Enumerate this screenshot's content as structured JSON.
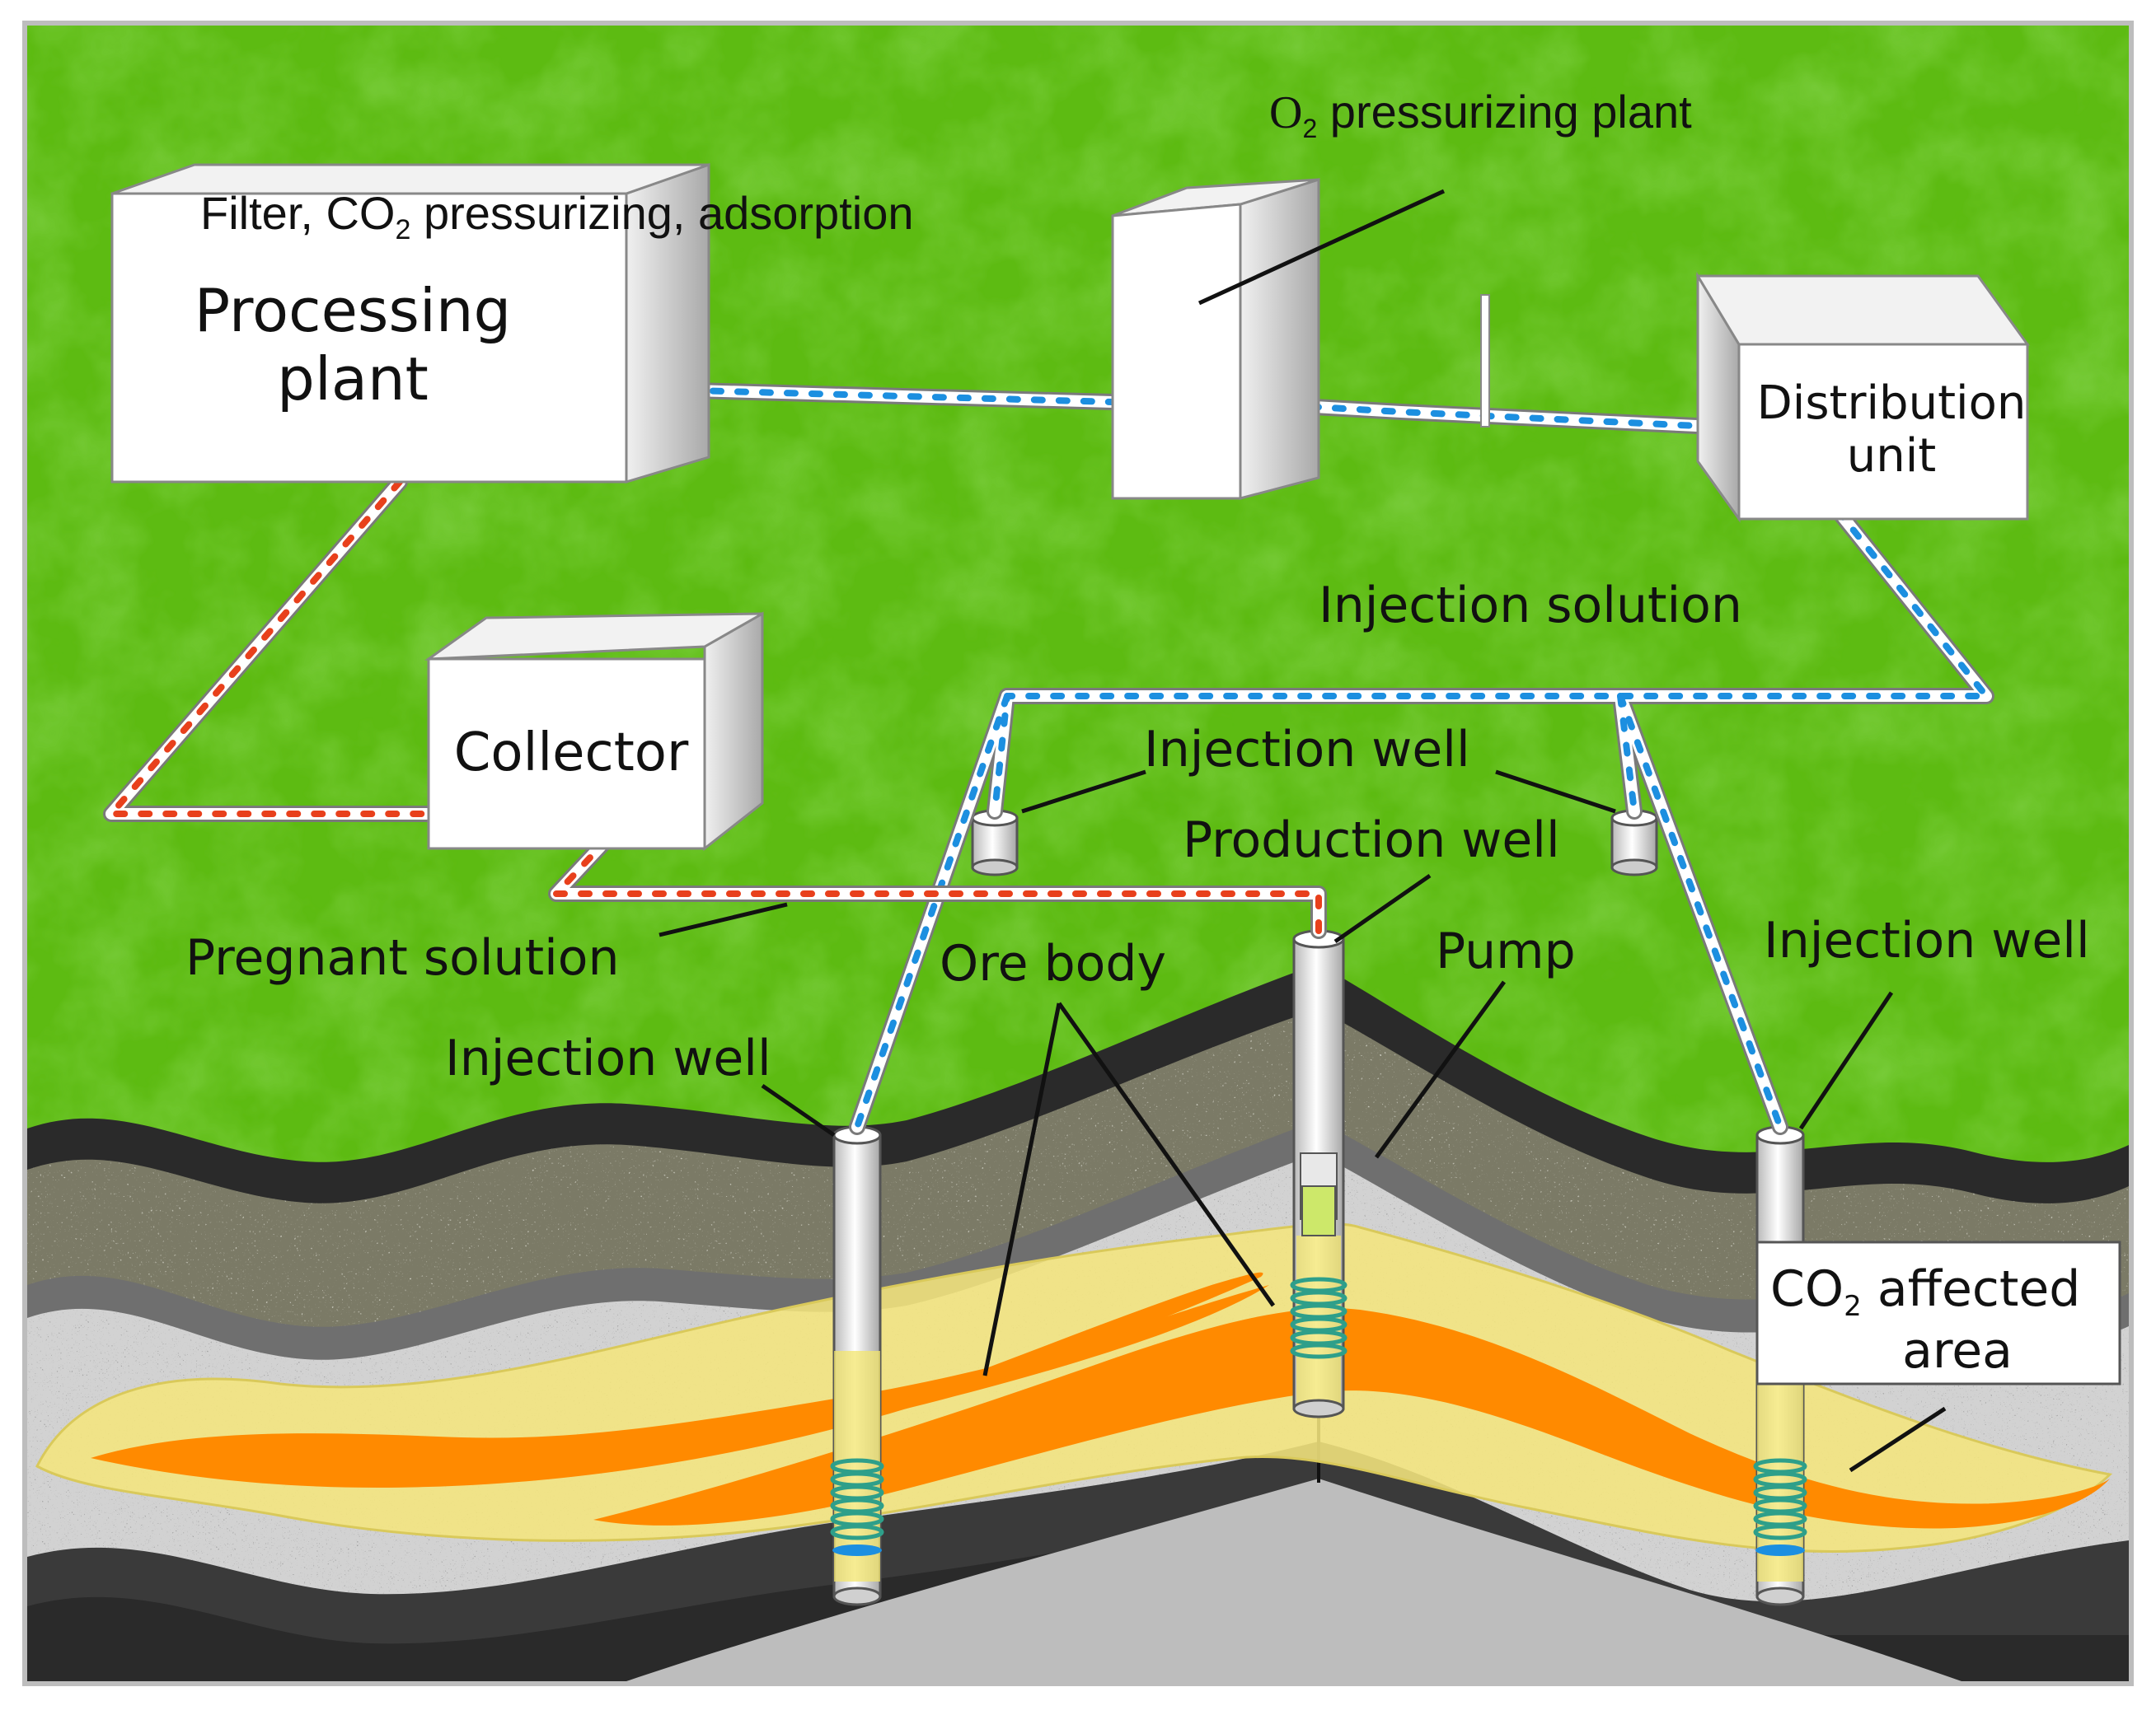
{
  "labels": {
    "processing_plant_line1": "Processing",
    "processing_plant_line2": "plant",
    "filter_prefix": "Filter, CO",
    "co2_sub": "2",
    "filter_suffix": " pressurizing,  adsorption",
    "o2_prefix": "O",
    "o2_sub": "2",
    "o2_suffix": " pressurizing plant",
    "distribution_line1": "Distribution",
    "distribution_line2": "unit",
    "collector": "Collector",
    "injection_solution": "Injection solution",
    "injection_well_top": "Injection well",
    "production_well": "Production well",
    "pregnant_solution": "Pregnant solution",
    "ore_body": "Ore body",
    "pump": "Pump",
    "injection_well_right": "Injection well",
    "injection_well_left": "Injection well",
    "co2_area_prefix": "CO",
    "co2_area_sub": "2",
    "co2_area_suffix": " affected",
    "co2_area_line2": "area"
  },
  "colors": {
    "grass": "#59b80f",
    "grass_dark": "#2f8a0a",
    "grass_light": "#8fd12a",
    "outer_border": "#c8c8c8",
    "injection_pipe_arrow": "#1c8fe0",
    "pregnant_pipe_arrow": "#e8401c",
    "ore": "#ff8c00",
    "affected_zone": "#f3e680",
    "rock_dark": "#2b2b2b",
    "rock_gray": "#7a7a7a",
    "rock_speckled": "#b9b9b9",
    "box_face": "#ffffff",
    "box_side": "#c8c8c8"
  }
}
